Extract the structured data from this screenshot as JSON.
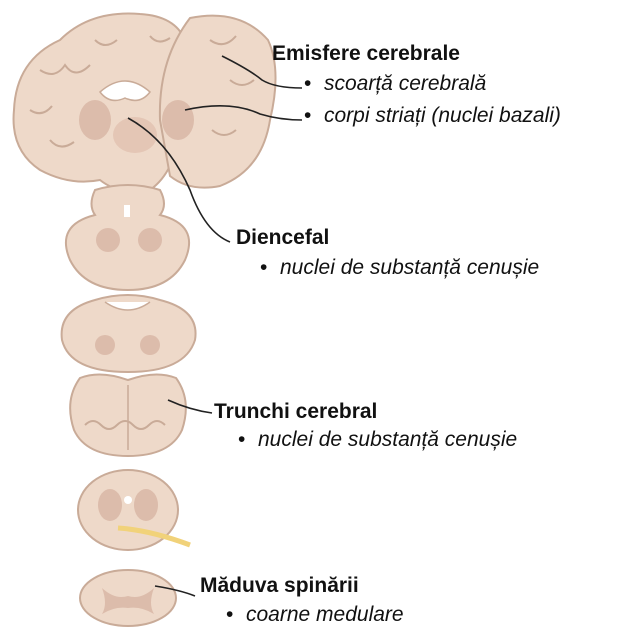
{
  "sections": {
    "cerebral_hemispheres": {
      "title": "Emisfere cerebrale",
      "items": [
        "scoarță cerebrală",
        "corpi striați (nuclei bazali)"
      ]
    },
    "diencephalon": {
      "title": "Diencefal",
      "items": [
        "nuclei de substanță cenușie"
      ]
    },
    "brainstem": {
      "title": "Trunchi cerebral",
      "items": [
        "nuclei de substanță cenușie"
      ]
    },
    "spinal_cord": {
      "title": "Măduva spinării",
      "items": [
        "coarne medulare"
      ]
    }
  },
  "bullet": "•",
  "colors": {
    "tissue": "#eed9c9",
    "tissue_outline": "#c9ab98",
    "gray_matter": "#dcbcab",
    "nerve": "#f1d27a",
    "leader_line": "#222222"
  }
}
